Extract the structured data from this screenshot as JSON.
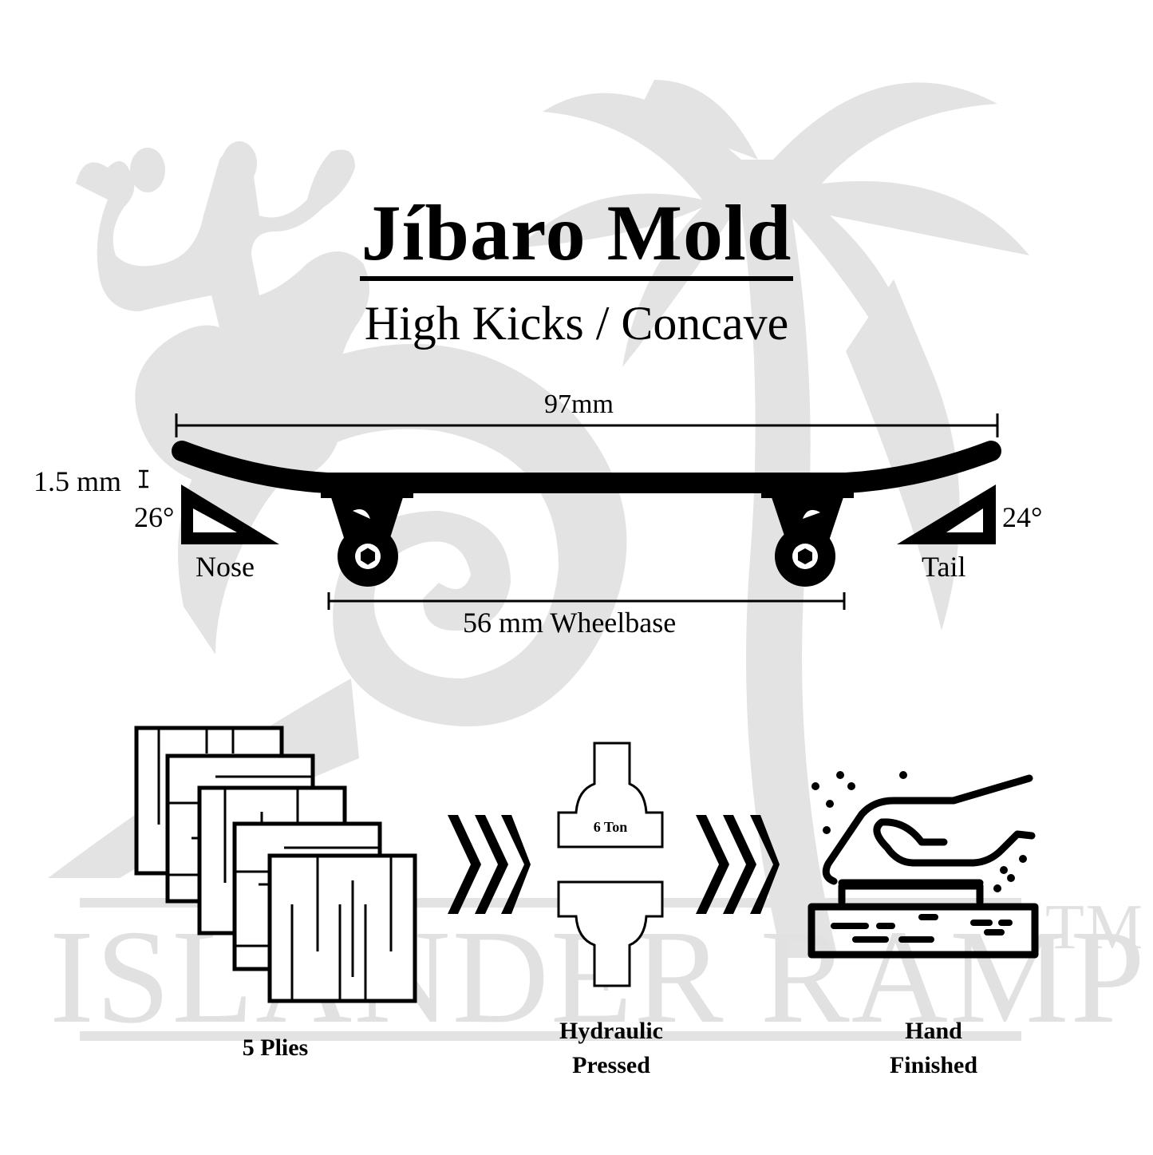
{
  "header": {
    "title": "Jíbaro Mold",
    "subtitle": "High Kicks / Concave"
  },
  "dimensions": {
    "length": "97mm",
    "thickness": "1.5 mm",
    "wheelbase": "56 mm Wheelbase",
    "nose_angle": "26°",
    "tail_angle": "24°",
    "nose_label": "Nose",
    "tail_label": "Tail"
  },
  "process": {
    "steps": [
      {
        "label_line1": "5 Plies",
        "label_line2": "",
        "icon": "plywood-layers-icon"
      },
      {
        "label_line1": "Hydraulic",
        "label_line2": "Pressed",
        "icon": "hydraulic-press-icon",
        "badge": "6 Ton"
      },
      {
        "label_line1": "Hand",
        "label_line2": "Finished",
        "icon": "hand-sanding-icon"
      }
    ],
    "arrows": [
      "chevron-triple-right-icon",
      "chevron-triple-right-icon"
    ]
  },
  "watermark": {
    "brand": "ISLANDER RAMPS",
    "trademark": "TM",
    "color": "#e1e1e1"
  },
  "colors": {
    "ink": "#000000",
    "background": "#ffffff",
    "watermark": "#e1e1e1"
  }
}
